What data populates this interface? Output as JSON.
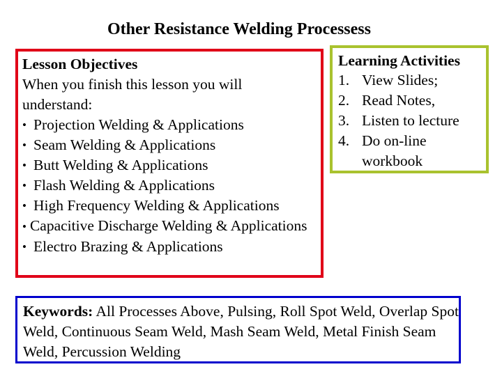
{
  "slide": {
    "title": "Other Resistance Welding Processess",
    "background_color": "#ffffff",
    "text_color": "#000000"
  },
  "objectives": {
    "border_color": "#e00018",
    "heading": "Lesson Objectives",
    "intro_line_1": "When you finish this lesson you will",
    "intro_line_2": "understand:",
    "bullets": [
      "Projection Welding & Applications",
      "Seam Welding & Applications",
      "Butt Welding & Applications",
      "Flash Welding & Applications",
      "High Frequency Welding & Applications",
      "Capacitive Discharge Welding & Applications",
      "Electro Brazing & Applications"
    ]
  },
  "activities": {
    "border_color": "#a9c22e",
    "heading": "Learning Activities",
    "items": [
      "View Slides;",
      "Read Notes,",
      "Listen to lecture",
      "Do on-line workbook"
    ]
  },
  "keywords": {
    "border_color": "#0101cd",
    "label": "Keywords:",
    "text": " All Processes Above, Pulsing, Roll Spot Weld, Overlap Spot Weld, Continuous Seam Weld, Mash Seam Weld, Metal Finish Seam Weld, Percussion Welding"
  }
}
